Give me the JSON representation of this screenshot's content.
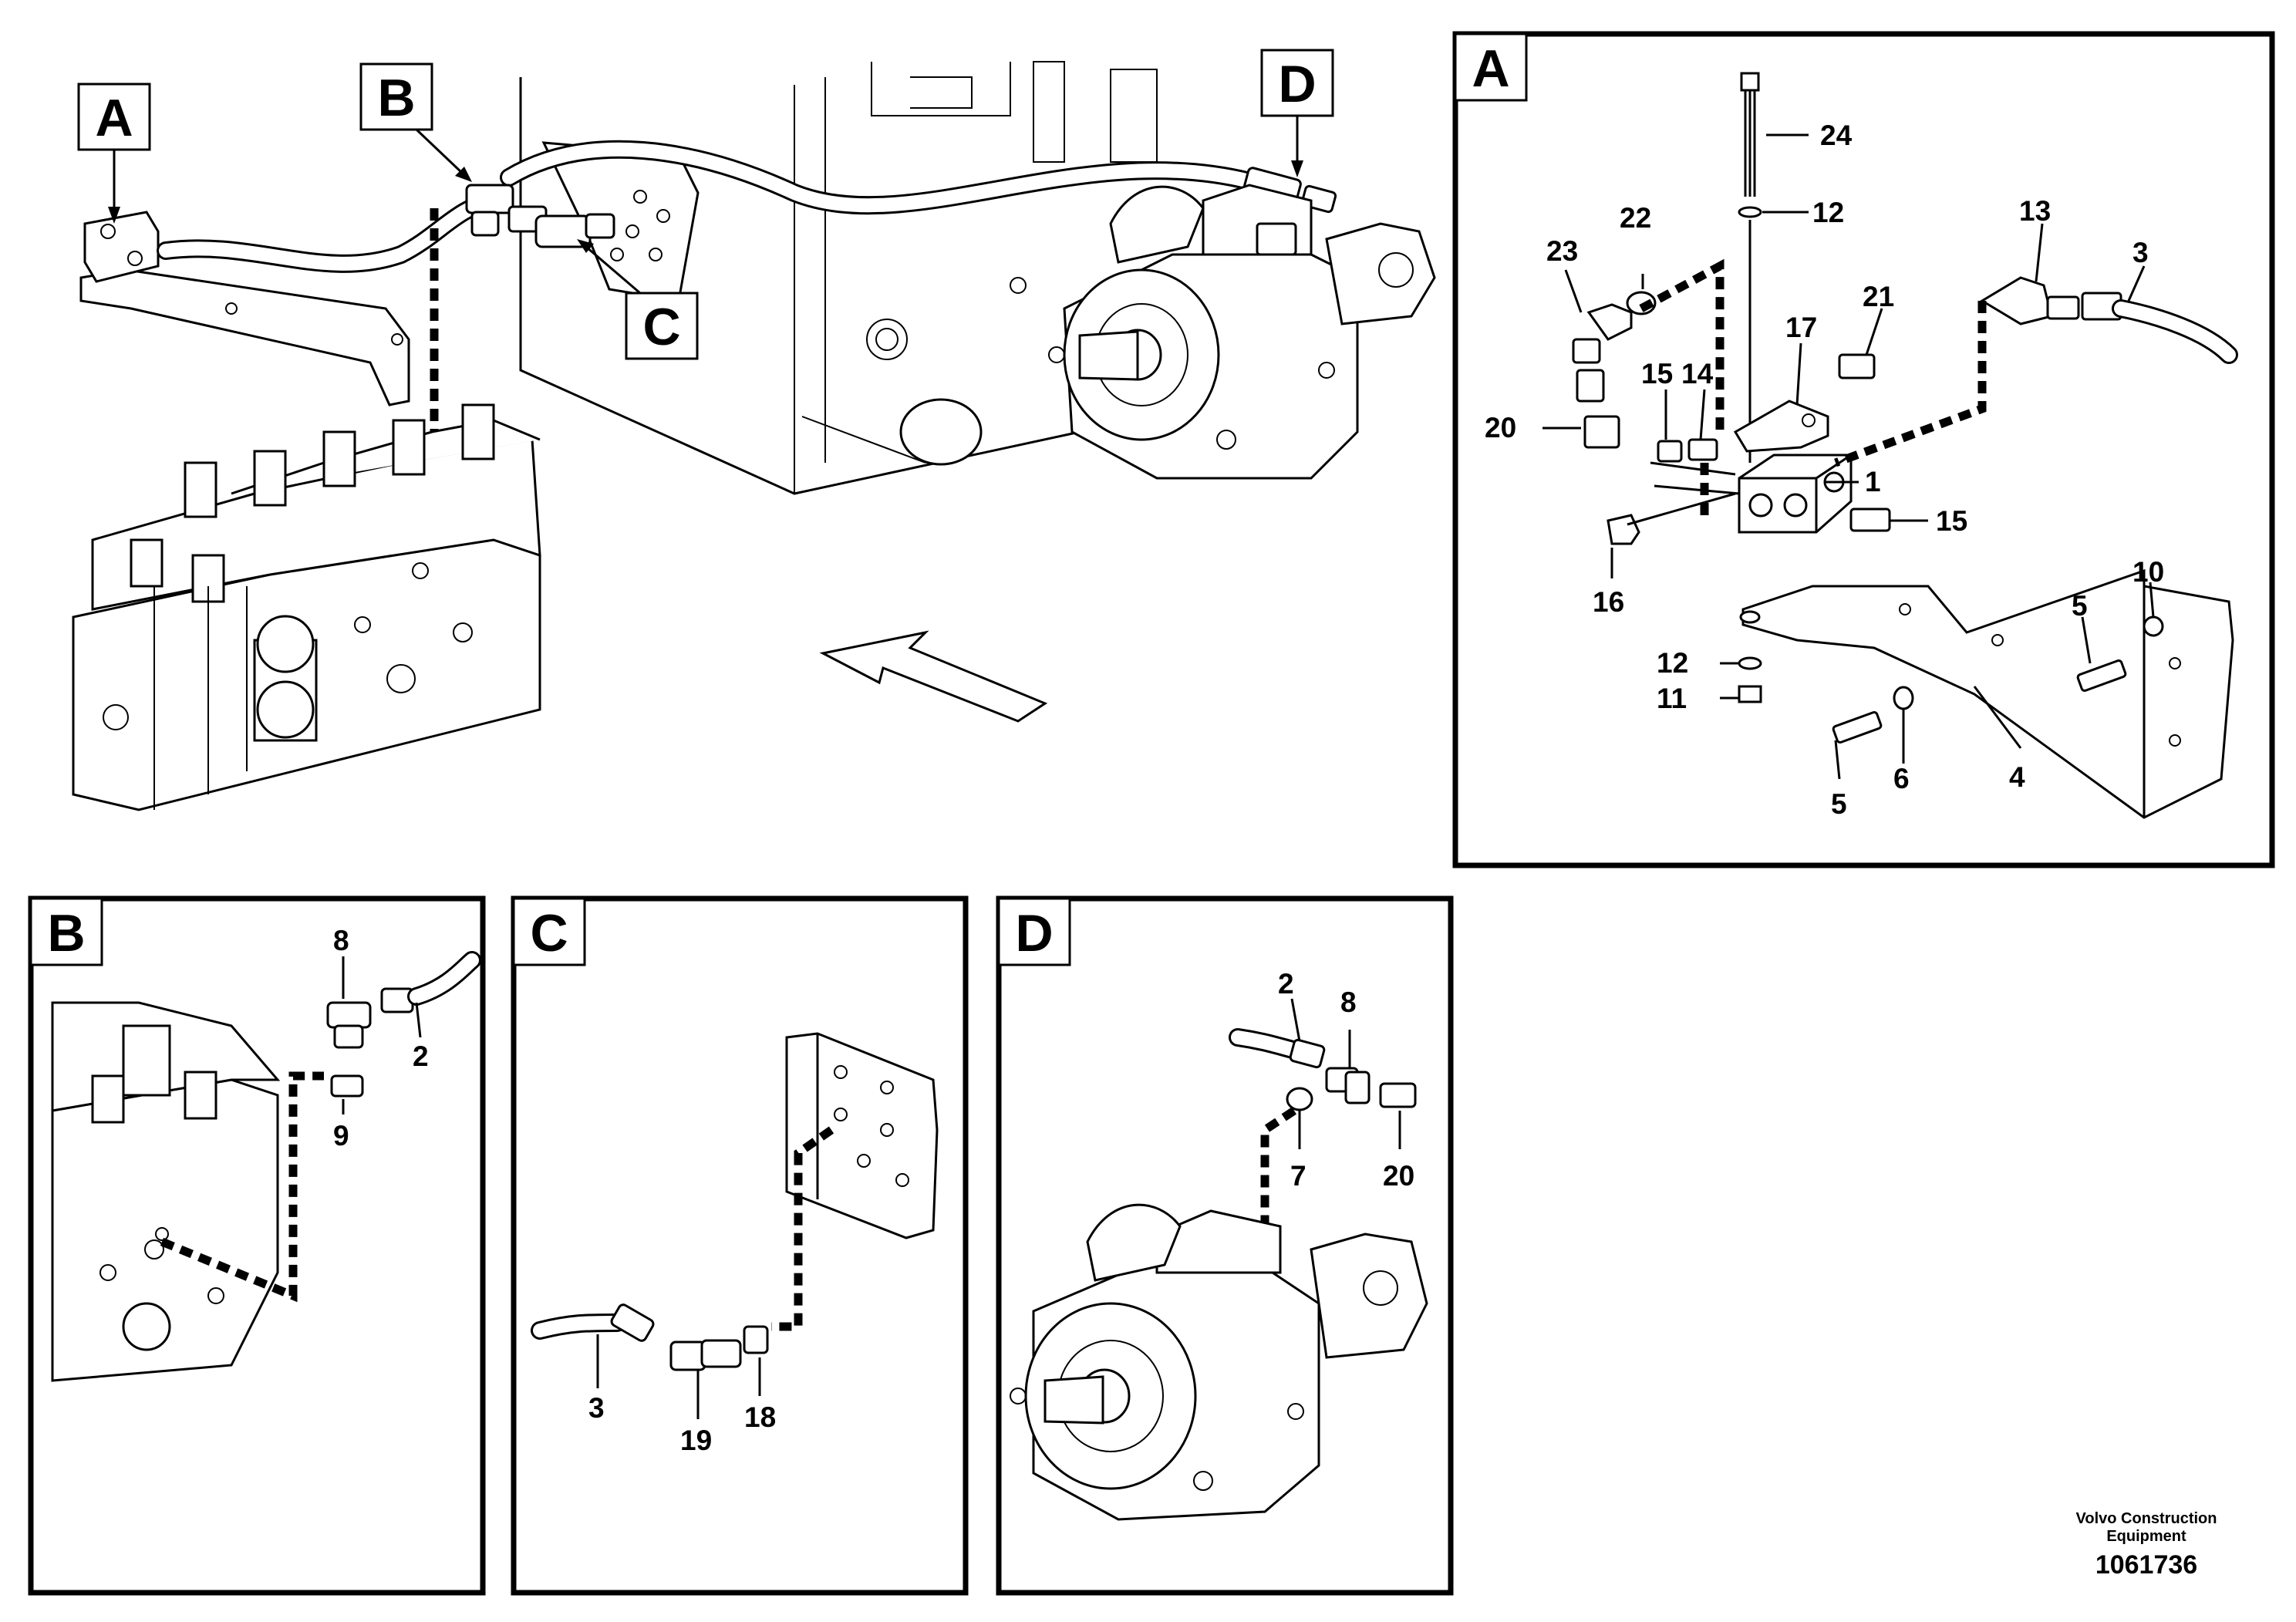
{
  "callouts": {
    "main_a": "A",
    "main_b": "B",
    "main_c": "C",
    "main_d": "D",
    "panel_a": "A",
    "panel_b": "B",
    "panel_c": "C",
    "panel_d": "D"
  },
  "panel_a_labels": {
    "n24": "24",
    "n12_top": "12",
    "n22": "22",
    "n23": "23",
    "n13": "13",
    "n3": "3",
    "n21": "21",
    "n17": "17",
    "n15_left": "15",
    "n14": "14",
    "n20": "20",
    "n1": "1",
    "n15_right": "15",
    "n16": "16",
    "n10": "10",
    "n5_right": "5",
    "n12_bottom": "12",
    "n11": "11",
    "n4": "4",
    "n6": "6",
    "n5_bottom": "5"
  },
  "panel_b_labels": {
    "n8": "8",
    "n2": "2",
    "n9": "9"
  },
  "panel_c_labels": {
    "n3": "3",
    "n19": "19",
    "n18": "18"
  },
  "panel_d_labels": {
    "n2": "2",
    "n8": "8",
    "n7": "7",
    "n20": "20"
  },
  "footer": {
    "brand_line1": "Volvo Construction",
    "brand_line2": "Equipment",
    "drawing_number": "1061736"
  }
}
